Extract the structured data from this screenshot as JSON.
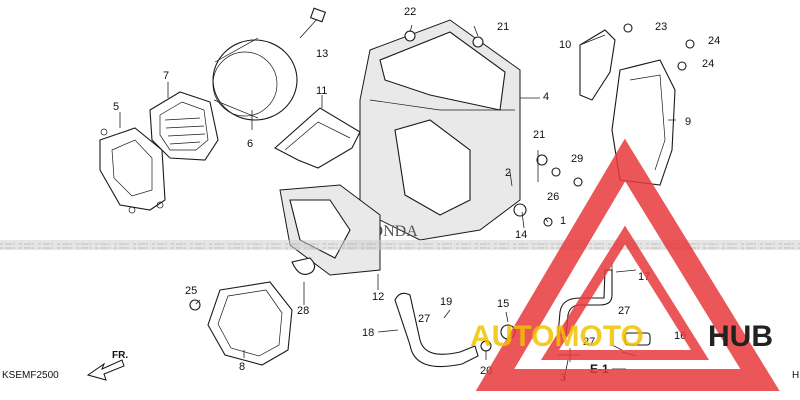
{
  "diagram": {
    "part_callouts": [
      {
        "num": "1"
      },
      {
        "num": "2"
      },
      {
        "num": "3"
      },
      {
        "num": "4"
      },
      {
        "num": "5"
      },
      {
        "num": "6"
      },
      {
        "num": "7"
      },
      {
        "num": "8"
      },
      {
        "num": "9"
      },
      {
        "num": "10"
      },
      {
        "num": "11"
      },
      {
        "num": "12"
      },
      {
        "num": "13"
      },
      {
        "num": "14"
      },
      {
        "num": "15"
      },
      {
        "num": "16"
      },
      {
        "num": "17"
      },
      {
        "num": "18"
      },
      {
        "num": "19"
      },
      {
        "num": "20"
      },
      {
        "num": "21"
      },
      {
        "num": "21"
      },
      {
        "num": "22"
      },
      {
        "num": "23"
      },
      {
        "num": "24"
      },
      {
        "num": "24"
      },
      {
        "num": "25"
      },
      {
        "num": "26"
      },
      {
        "num": "27"
      },
      {
        "num": "27"
      },
      {
        "num": "27"
      },
      {
        "num": "28"
      },
      {
        "num": "29"
      }
    ],
    "section_label": "E-1",
    "direction_label": "FR.",
    "drawing_code": "KSEMF2500",
    "corner_mark": "H",
    "brand_embossing": "HONDA"
  },
  "watermark": {
    "text_auto": "AUTOMOTO",
    "text_hub": "HUB",
    "color_primary": "#e8383b",
    "color_text": "#f2c200",
    "color_hub": "#222222"
  }
}
